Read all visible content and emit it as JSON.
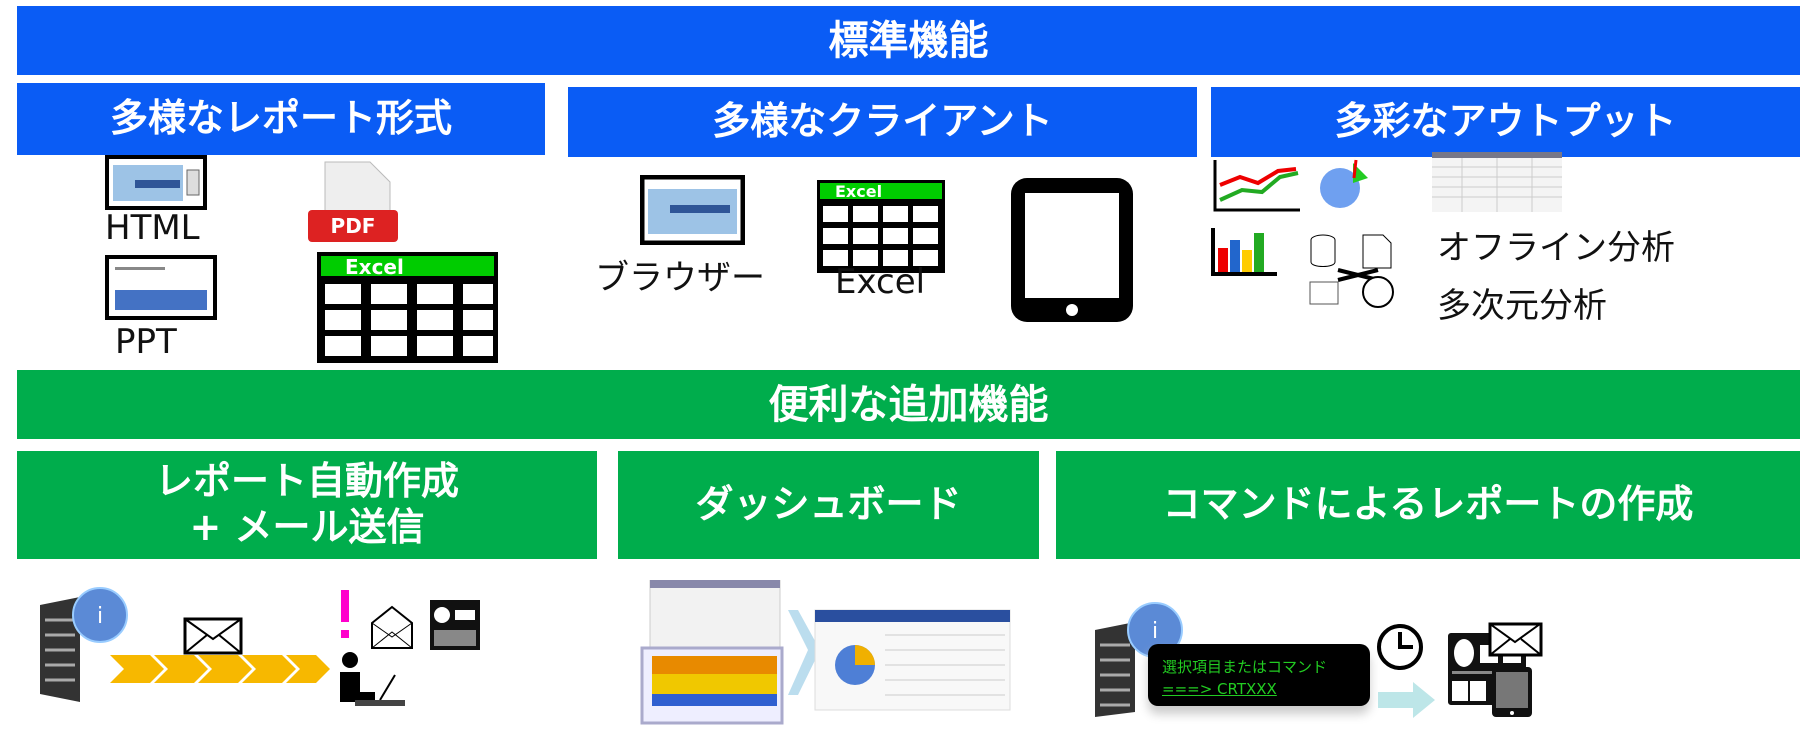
{
  "standard": {
    "title": "標準機能",
    "formats": {
      "title": "多様なレポート形式",
      "html": "HTML",
      "ppt": "PPT",
      "pdf": "PDF",
      "excel": "Excel"
    },
    "clients": {
      "title": "多様なクライアント",
      "browser": "ブラウザー",
      "excel": "Excel",
      "excel_tag": "Excel"
    },
    "outputs": {
      "title": "多彩なアウトプット",
      "offline": "オフライン分析",
      "multidim": "多次元分析"
    }
  },
  "addons": {
    "title": "便利な追加機能",
    "auto": {
      "title_line1": "レポート自動作成",
      "title_line2": "+ メール送信"
    },
    "dashboard": {
      "title": "ダッシュボード"
    },
    "command": {
      "title": "コマンドによるレポートの作成",
      "screen_line1": "選択項目またはコマンド",
      "screen_line2": "===> CRTXXX"
    }
  },
  "colors": {
    "blue": "#0a5cf5",
    "green": "#00ad4c"
  }
}
